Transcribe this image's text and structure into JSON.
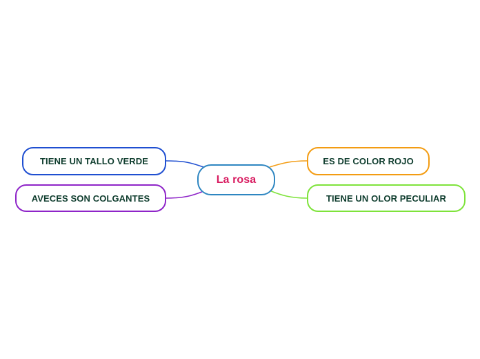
{
  "map": {
    "central": {
      "label": "La rosa",
      "text_color": "#d81b60",
      "border_color": "#2e86c1"
    },
    "branches": [
      {
        "label": "TIENE UN TALLO VERDE",
        "border_color": "#1f4fd1"
      },
      {
        "label": "AVECES SON COLGANTES",
        "border_color": "#8e24c8"
      },
      {
        "label": "ES DE COLOR ROJO",
        "border_color": "#f39c12"
      },
      {
        "label": "TIENE UN OLOR PECULIAR",
        "border_color": "#7ee33a"
      }
    ]
  }
}
